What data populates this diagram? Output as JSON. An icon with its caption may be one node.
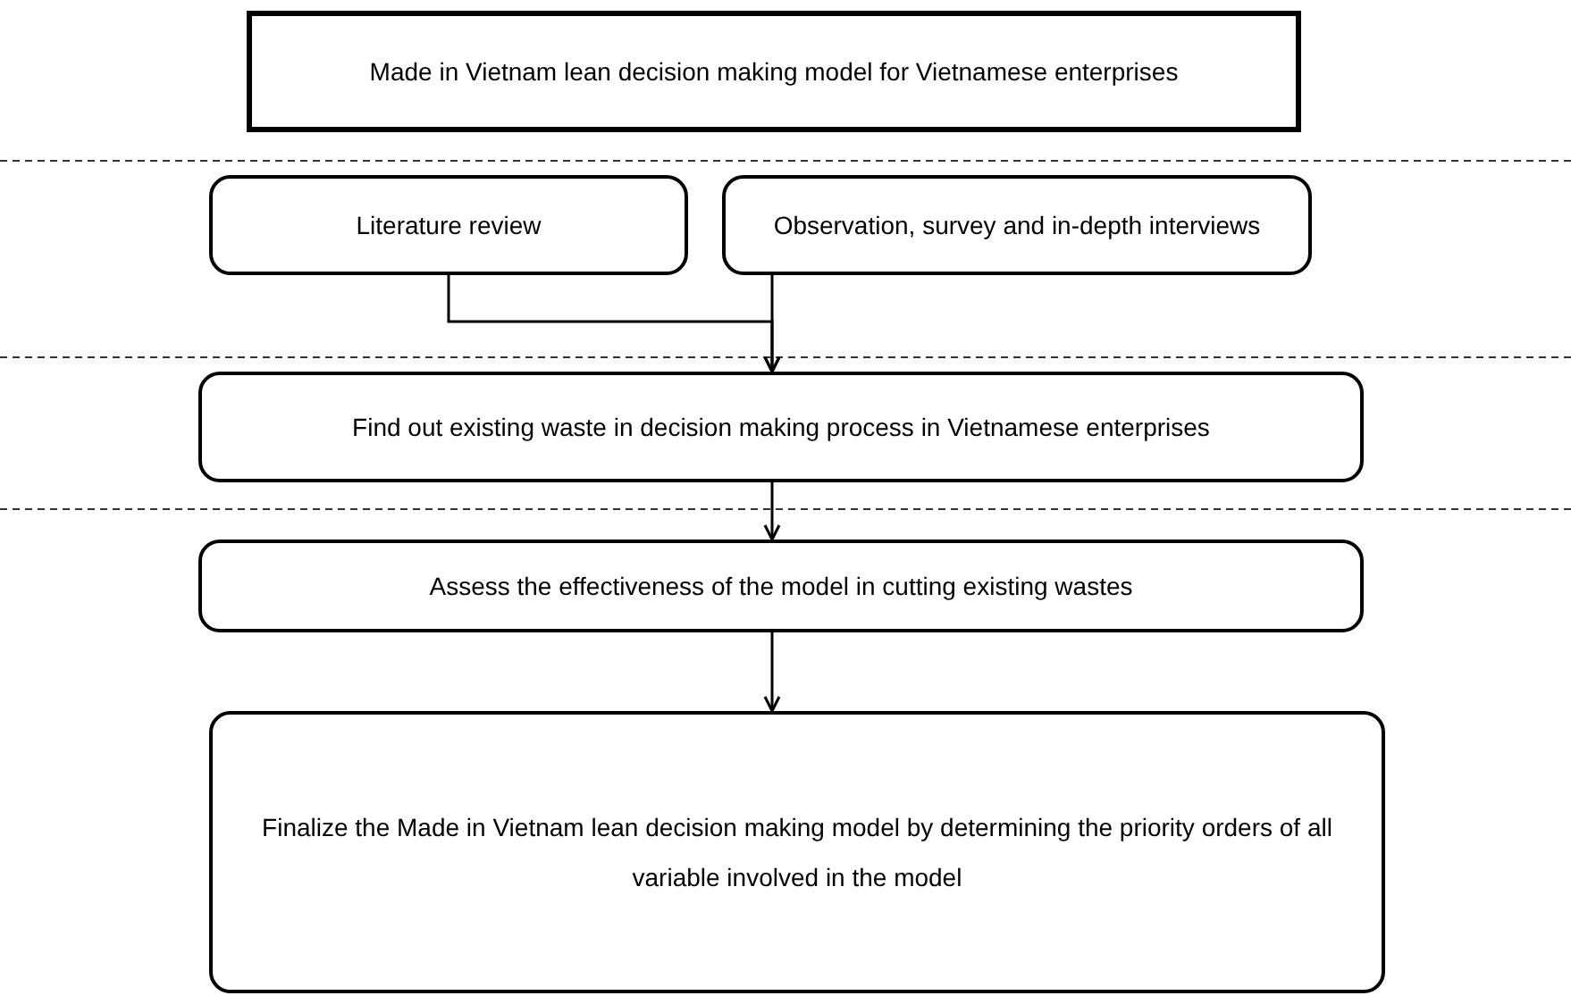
{
  "diagram": {
    "nodes": [
      {
        "text": [
          "Made in Vietnam lean decision making model for Vietnamese enterprises"
        ]
      },
      {
        "text": [
          "Literature review"
        ]
      },
      {
        "text": [
          "Observation, survey and in-depth interviews"
        ]
      },
      {
        "text": [
          "Find out existing waste in decision making process in Vietnamese enterprises"
        ]
      },
      {
        "text": [
          "Assess the effectiveness of the model in cutting existing wastes"
        ]
      },
      {
        "text": [
          "Finalize the Made in Vietnam lean decision making model by determining the priority orders of all variable involved in the model"
        ]
      }
    ],
    "edges": [
      {
        "from": 1,
        "to": 3,
        "arrow": "to"
      },
      {
        "from": 2,
        "to": 3,
        "arrow": "to"
      },
      {
        "from": 3,
        "to": 4,
        "arrow": "to"
      },
      {
        "from": 4,
        "to": 5,
        "arrow": "to"
      }
    ]
  }
}
